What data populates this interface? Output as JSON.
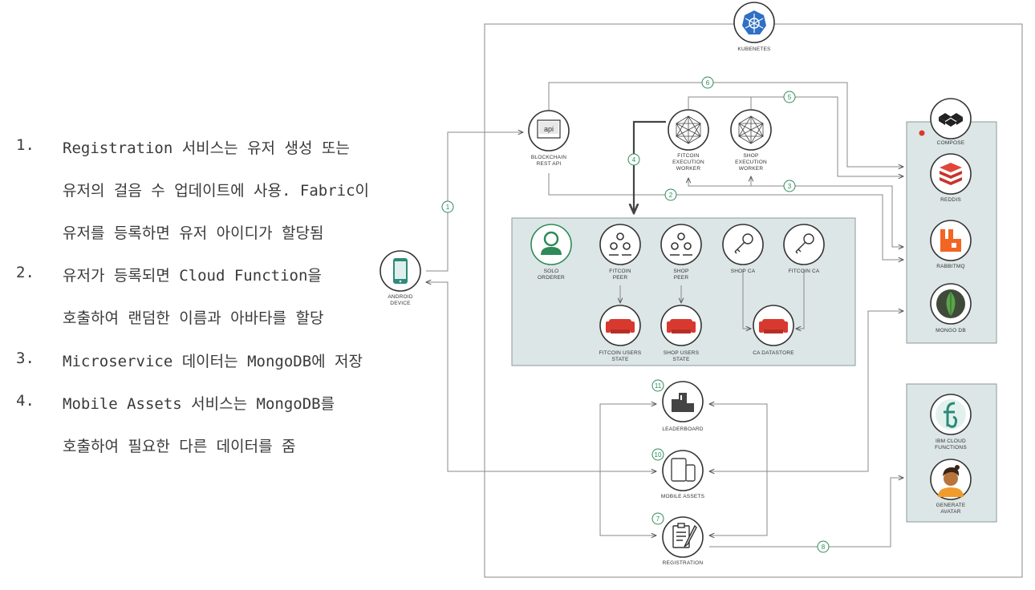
{
  "notes": [
    {
      "num": "1.",
      "lines": [
        "Registration 서비스는 유저 생성 또는",
        "유저의 걸음 수 업데이트에 사용. Fabric이",
        "유저를 등록하면 유저 아이디가 할당됨"
      ]
    },
    {
      "num": "2.",
      "lines": [
        "유저가 등록되면 Cloud Function을",
        "호출하여 랜덤한 이름과 아바타를 할당"
      ]
    },
    {
      "num": "3.",
      "lines": [
        "Microservice 데이터는 MongoDB에 저장"
      ]
    },
    {
      "num": "4.",
      "lines": [
        "Mobile Assets 서비스는 MongoDB를",
        "호출하여 필요한 다른 데이터를 줌"
      ]
    }
  ],
  "diagram": {
    "kubernetes": "KUBENETES",
    "android": [
      "ANDROID",
      "DEVICE"
    ],
    "blockchain_api": [
      "BLOCKCHAIN",
      "REST API"
    ],
    "api_icon": "api",
    "fitcoin_worker": [
      "FITCOIN",
      "EXECUTION",
      "WORKER"
    ],
    "shop_worker": [
      "SHOP",
      "EXECUTION",
      "WORKER"
    ],
    "solo_orderer": [
      "SOLO",
      "ORDERER"
    ],
    "fitcoin_peer": [
      "FITCOIN",
      "PEER"
    ],
    "shop_peer": [
      "SHOP",
      "PEER"
    ],
    "shop_ca": "SHOP CA",
    "fitcoin_ca": "FITCOIN CA",
    "fitcoin_users_state": [
      "FITCOIN USERS",
      "STATE"
    ],
    "shop_users_state": [
      "SHOP USERS",
      "STATE"
    ],
    "ca_datastore": "CA DATASTORE",
    "compose": "COMPOSE",
    "redis": "REDDIS",
    "rabbitmq": "RABBITMQ",
    "mongodb": "MONGO DB",
    "ibm_functions": [
      "IBM CLOUD",
      "FUNCTIONS"
    ],
    "generate_avatar": [
      "GENERATE",
      "AVATAR"
    ],
    "leaderboard": "LEADERBOARD",
    "mobile_assets": "MOBILE ASSETS",
    "registration": "REGISTRATION",
    "steps": [
      "1",
      "2",
      "3",
      "4",
      "5",
      "6",
      "7",
      "8",
      "10",
      "11"
    ],
    "colors": {
      "accent": "#2e8a5a",
      "panel": "#dde6e6",
      "red": "#d8392f",
      "ring": "#333333"
    }
  }
}
